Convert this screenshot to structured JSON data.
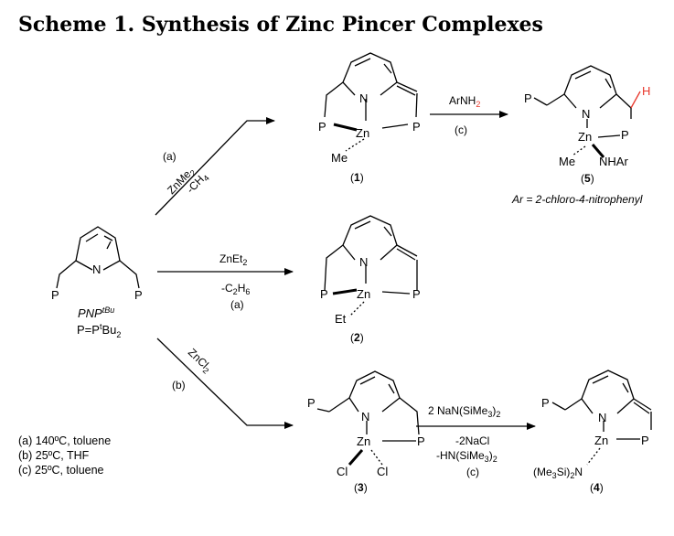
{
  "title": "Scheme 1. Synthesis of Zinc Pincer Complexes",
  "reactant": {
    "name_main": "PNP",
    "name_sup": "tBu",
    "def_pre": "P=P",
    "def_sup": "t",
    "def_main": "Bu",
    "def_sub": "2"
  },
  "atoms": {
    "N": "N",
    "P": "P",
    "Zn": "Zn",
    "Cl": "Cl",
    "H": "H",
    "Me": "Me",
    "Et": "Et",
    "NHAr": "NHAr",
    "me3si_pre": "(Me",
    "me3si_mid": "Si)",
    "me3si_end": "N",
    "three": "3",
    "two": "2"
  },
  "labels": {
    "c1": "1",
    "c2": "2",
    "c3": "3",
    "c4": "4",
    "c5": "5"
  },
  "arrows": {
    "a1_letter": "(a)",
    "a1_reagent_pre": "ZnMe",
    "a1_reagent_sub": "2",
    "a1_byproduct_pre": "-CH",
    "a1_byproduct_sub": "4",
    "a2_reagent_pre": "ZnEt",
    "a2_reagent_sub": "2",
    "a2_byproduct_pre": "-C",
    "a2_byproduct_sub1": "2",
    "a2_byproduct_mid": "H",
    "a2_byproduct_sub2": "6",
    "a2_letter": "(a)",
    "a3_reagent_pre": "ZnCl",
    "a3_reagent_sub": "2",
    "a3_letter": "(b)",
    "a4_reagent_pre": "ArNH",
    "a4_reagent_sub": "2",
    "a4_letter": "(c)",
    "a5_reagent_pre": "2 NaN(SiMe",
    "a5_reagent_sub": "3",
    "a5_reagent_end": ")",
    "a5_reagent_sub2": "2",
    "a5_byproduct1": "-2NaCl",
    "a5_byproduct2_pre": "-HN(SiMe",
    "a5_byproduct2_sub": "3",
    "a5_byproduct2_end": ")",
    "a5_byproduct2_sub2": "2",
    "a5_letter": "(c)"
  },
  "ar_note": "Ar = 2-chloro-4-nitrophenyl",
  "conditions": [
    "(a) 140ºC, toluene",
    "(b) 25ºC, THF",
    "(c) 25ºC, toluene"
  ],
  "colors": {
    "highlight": "#e8372b",
    "ink": "#000000"
  }
}
